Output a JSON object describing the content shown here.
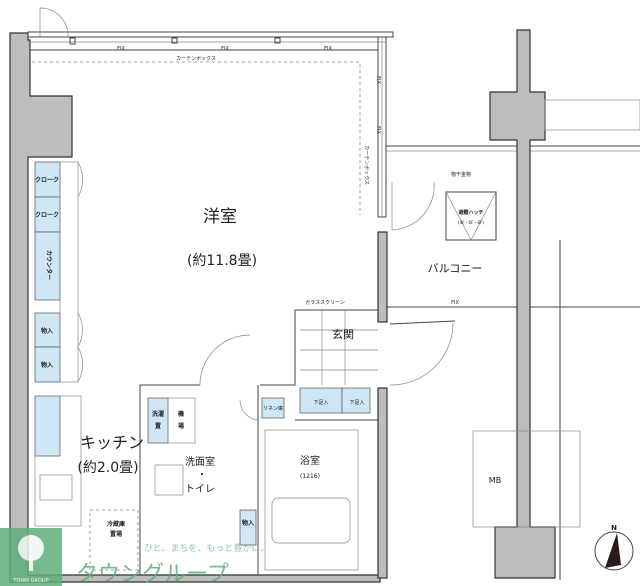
{
  "rooms": {
    "western": {
      "name": "洋室",
      "size": "(約11.8畳)"
    },
    "kitchen": {
      "name": "キッチン",
      "size": "(約2.0畳)"
    },
    "washroom": {
      "name": "洗面室",
      "dot": "・",
      "toilet": "トイレ"
    },
    "bath": {
      "name": "浴室",
      "size": "(1216)"
    },
    "entrance": "玄関",
    "balcony": "バルコニー",
    "mb": "MB"
  },
  "storage": {
    "cloak1": "クローク",
    "cloak2": "クローク",
    "counter": "カウンター",
    "closet1": "物入",
    "closet2": "物入",
    "closet3": "物入",
    "linen": "リネン庫",
    "shoe1": "下足入",
    "shoe2": "下足入",
    "washer_a": "洗濯",
    "washer_b": "機",
    "washer_c": "置",
    "washer_d": "場",
    "fridge_a": "冷蔵庫",
    "fridge_b": "置場"
  },
  "annotations": {
    "fix": "FIX",
    "curtain_box": "カーテンボックス",
    "glass_screen": "ガラススクリーン",
    "drying_hardware": "物干金物",
    "evac_hatch": "避難ハッチ",
    "evac_floors": "(4F・6F・8F)"
  },
  "compass": {
    "label": "N"
  },
  "logo": {
    "company": "タウングループ",
    "company_en": "TOWN GROUP",
    "tagline": "ひと、まちを、もっと豊かに。"
  },
  "colors": {
    "storage_fill": "#cfe6f5",
    "wall_fill": "#bdbdbd",
    "logo_green": "#5fae7a"
  }
}
